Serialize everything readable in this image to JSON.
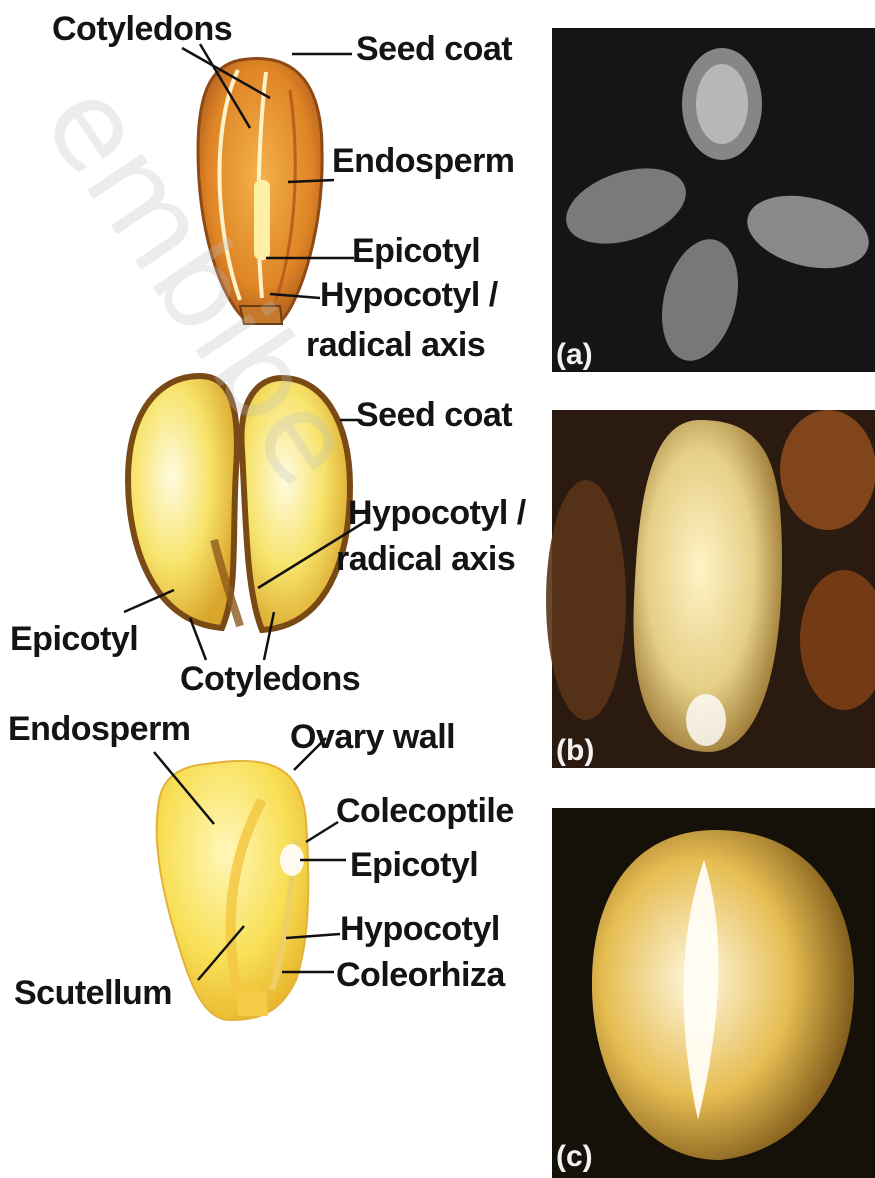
{
  "watermark": "embibe",
  "colors": {
    "background": "#ffffff",
    "label_text": "#141414",
    "leader_line": "#111111",
    "dicot_seed_orange": "#e0892a",
    "bean_seed_yellow": "#f7e36a",
    "maize_seed_yellow": "#f8e25a",
    "photo_background": "#141414"
  },
  "panels": [
    {
      "id": "a",
      "photo_label": "(a)",
      "labels": {
        "cotyledons": "Cotyledons",
        "seed_coat": "Seed coat",
        "endosperm": "Endosperm",
        "epicotyl": "Epicotyl",
        "hypocotyl_line1": "Hypocotyl /",
        "hypocotyl_line2": "radical axis"
      }
    },
    {
      "id": "b",
      "photo_label": "(b)",
      "labels": {
        "seed_coat": "Seed coat",
        "hypocotyl_line1": "Hypocotyl /",
        "hypocotyl_line2": "radical axis",
        "epicotyl": "Epicotyl",
        "cotyledons": "Cotyledons"
      }
    },
    {
      "id": "c",
      "photo_label": "(c)",
      "labels": {
        "endosperm": "Endosperm",
        "ovary_wall": "Ovary wall",
        "coleoptile": "Colecoptile",
        "epicotyl": "Epicotyl",
        "hypocotyl": "Hypocotyl",
        "coleorhiza": "Coleorhiza",
        "scutellum": "Scutellum"
      }
    }
  ]
}
